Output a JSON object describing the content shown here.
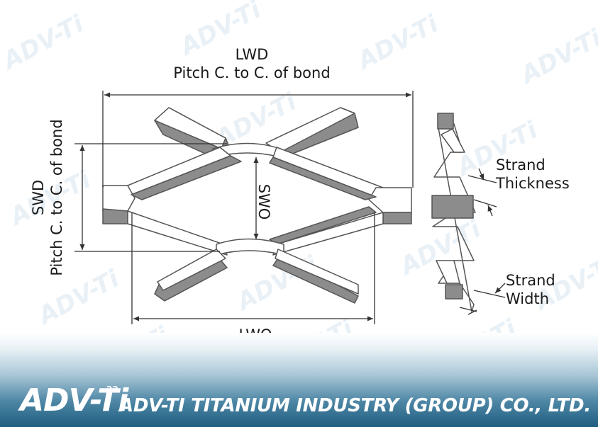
{
  "watermark_text": "ADV-Ti",
  "labels": {
    "lwd": "LWD",
    "lwd_pitch": "Pitch C. to C. of bond",
    "swd": "SWD",
    "swd_pitch": "Pitch C. to C. of bond",
    "swo": "SWO",
    "lwo": "LWO",
    "strand_thickness_1": "Strand",
    "strand_thickness_2": "Thickness",
    "strand_width_1": "Strand",
    "strand_width_2": "Width"
  },
  "footer": {
    "logo_text": "ADV-Ti",
    "logo_superscript": "22",
    "company_name": "ADV-TI TITANIUM INDUSTRY (GROUP) CO., LTD."
  },
  "colors": {
    "strand_face": "#ffffff",
    "strand_edge": "#8c8c8c",
    "line": "#333333",
    "footer_dark": "#1f5d80",
    "watermark": "#78aacd"
  }
}
